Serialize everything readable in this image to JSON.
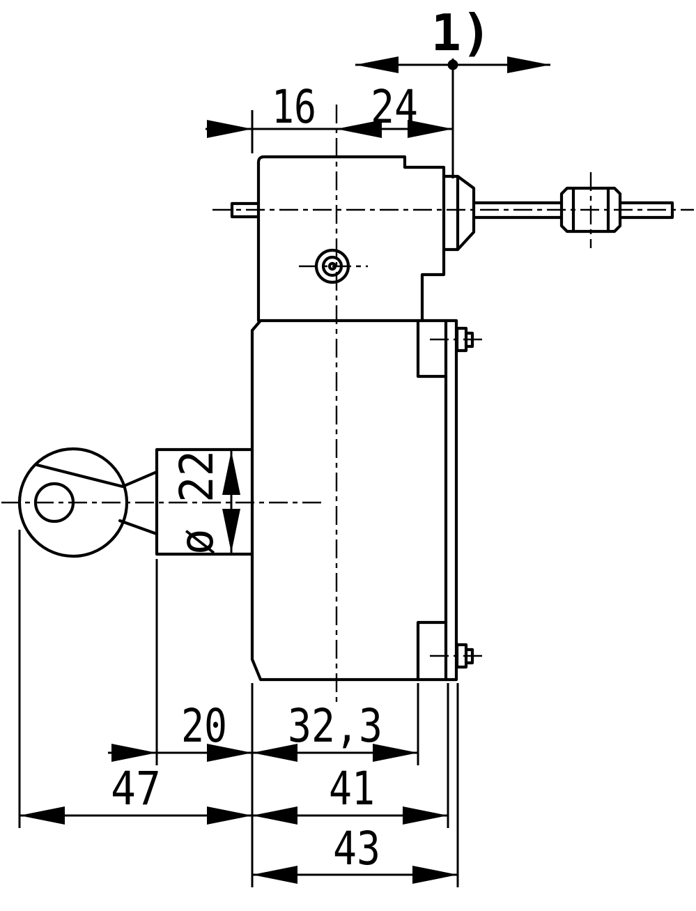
{
  "colors": {
    "line": "#000000",
    "background": "#ffffff"
  },
  "footnote_marker": "1)",
  "dimensions": {
    "top_16": "16",
    "top_24": "24",
    "diameter": "ø 22",
    "bottom_20": "20",
    "bottom_32_3": "32,3",
    "bottom_47": "47",
    "bottom_41": "41",
    "bottom_43": "43"
  }
}
